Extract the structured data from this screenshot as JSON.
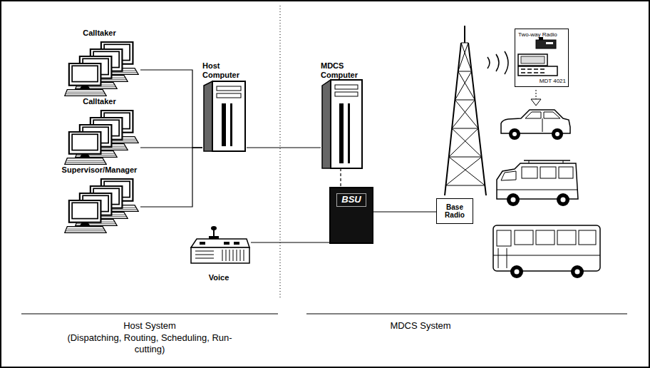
{
  "diagram": {
    "nodes": [
      {
        "text": [
          "Calltaker"
        ]
      },
      {
        "text": [
          "Calltaker"
        ]
      },
      {
        "text": [
          "Supervisor/Manager"
        ]
      },
      {
        "text": [
          "Host Computer"
        ]
      },
      {
        "text": [
          "MDCS Computer"
        ]
      },
      {
        "text": [
          "Voice"
        ]
      },
      {
        "text": [
          "BSU"
        ]
      },
      {
        "text": [
          "Base Radio"
        ]
      },
      {
        "text": [
          "Two-way Radio",
          "MDT 4021"
        ]
      }
    ],
    "edges": [
      {
        "from": 0,
        "to": 3,
        "arrow": "none"
      },
      {
        "from": 1,
        "to": 3,
        "arrow": "none"
      },
      {
        "from": 2,
        "to": 3,
        "arrow": "none"
      },
      {
        "from": 3,
        "to": 4,
        "arrow": "none"
      },
      {
        "from": 4,
        "to": 6,
        "arrow": "none"
      },
      {
        "from": 5,
        "to": 6,
        "arrow": "none"
      },
      {
        "from": 6,
        "to": 7,
        "arrow": "none"
      }
    ],
    "labels": [
      "Host System",
      "(Dispatching, Routing, Scheduling, Run-cutting)",
      "MDCS System"
    ]
  }
}
